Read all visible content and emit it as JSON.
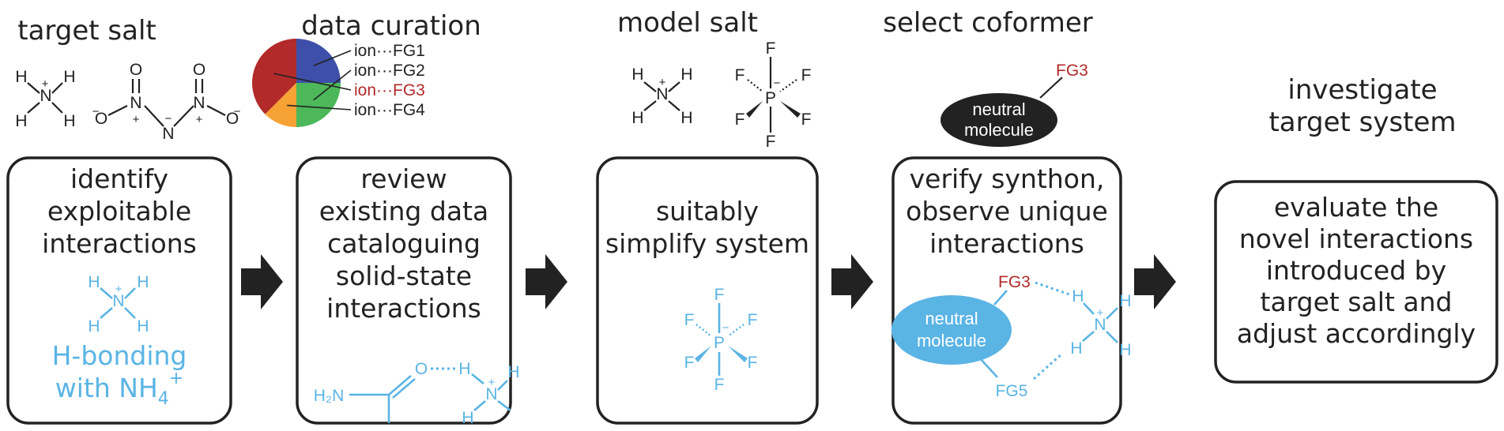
{
  "stages": [
    {
      "heading": "target salt",
      "box_lines": [
        "identify",
        "exploitable",
        "interactions"
      ],
      "note_line1": "H-bonding",
      "note_line2_pre": "with NH",
      "note_sub": "4",
      "note_sup": "+"
    },
    {
      "heading": "data curation",
      "box_lines": [
        "review",
        "existing data",
        "cataloguing",
        "solid-state",
        "interactions"
      ]
    },
    {
      "heading": "model salt",
      "box_lines": [
        "suitably",
        "simplify system"
      ]
    },
    {
      "heading": "select coformer",
      "box_lines": [
        "verify synthon,",
        "observe unique",
        "interactions"
      ]
    },
    {
      "heading_lines": [
        "investigate",
        "target system"
      ],
      "box_lines": [
        "evaluate the",
        "novel interactions",
        "introduced by",
        "target salt and",
        "adjust accordingly"
      ]
    }
  ],
  "chart_data": {
    "type": "pie",
    "labels": [
      "ion···FG1",
      "ion···FG2",
      "ion···FG3",
      "ion···FG4"
    ],
    "values": [
      25,
      25,
      37.5,
      12.5
    ],
    "colors": [
      "#3d4fa8",
      "#4cb85a",
      "#b22a2a",
      "#f7a234"
    ],
    "highlight": "ion···FG3"
  },
  "chem": {
    "H": "H",
    "N": "N",
    "O": "O",
    "P": "P",
    "F": "F",
    "plus": "+",
    "minus": "−",
    "h2n": "H₂N",
    "fg3": "FG3",
    "fg5": "FG5",
    "neutral": "neutral",
    "molecule": "molecule"
  },
  "colors": {
    "blue": "#5ab4e4",
    "dark": "#222222",
    "red": "#b22a2a"
  }
}
